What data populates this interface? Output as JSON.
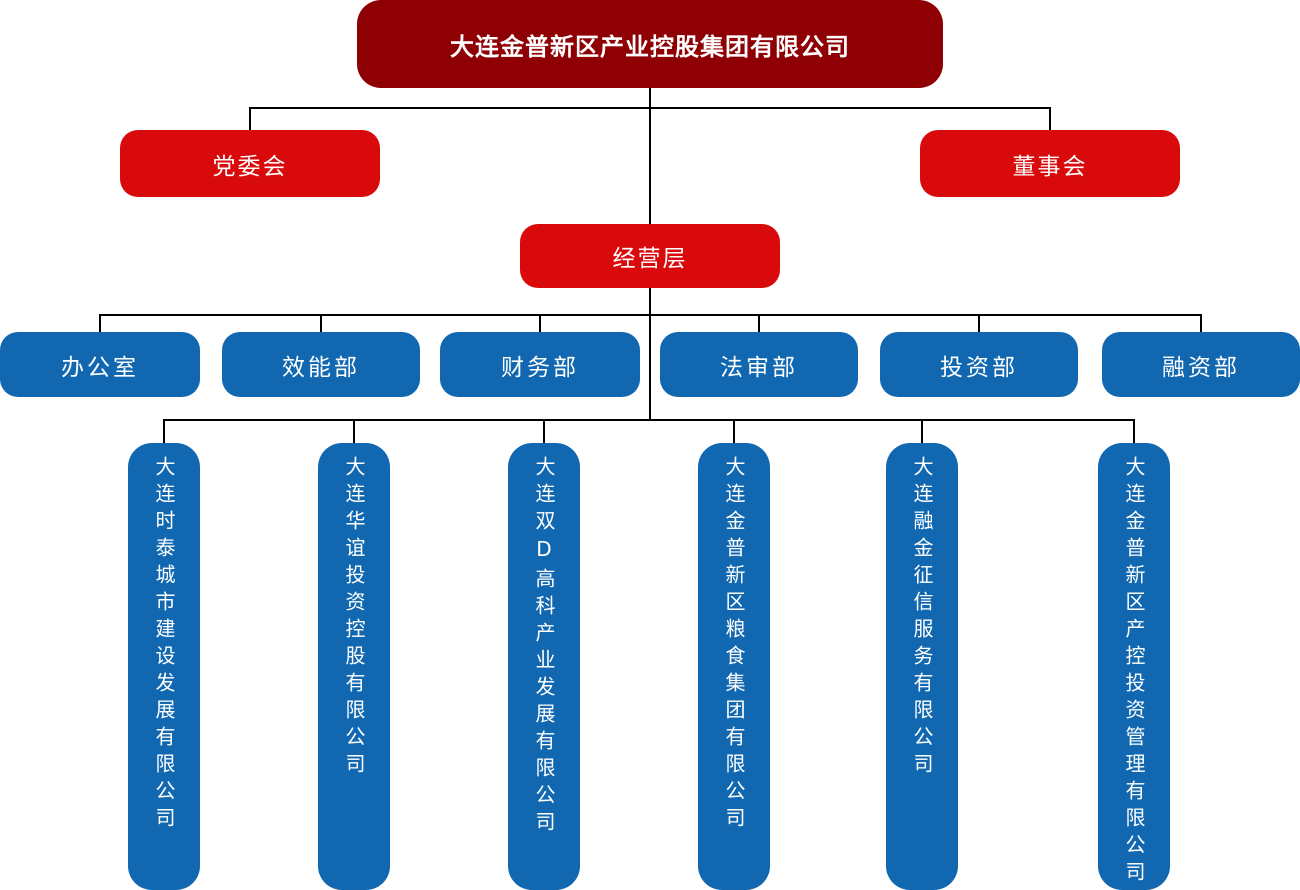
{
  "org": {
    "root": "大连金普新区产业控股集团有限公司",
    "party_committee": "党委会",
    "board": "董事会",
    "management": "经营层",
    "departments": [
      "办公室",
      "效能部",
      "财务部",
      "法审部",
      "投资部",
      "融资部"
    ],
    "subsidiaries": [
      "大连时泰城市建设发展有限公司",
      "大连华谊投资控股有限公司",
      "大连双D高科产业发展有限公司",
      "大连金普新区粮食集团有限公司",
      "大连融金征信服务有限公司",
      "大连金普新区产控投资管理有限公司"
    ],
    "colors": {
      "root_bg": "#8e0004",
      "level2_bg": "#d90a0c",
      "blue_bg": "#1168b1",
      "connector": "#000000",
      "text": "#ffffff"
    }
  }
}
